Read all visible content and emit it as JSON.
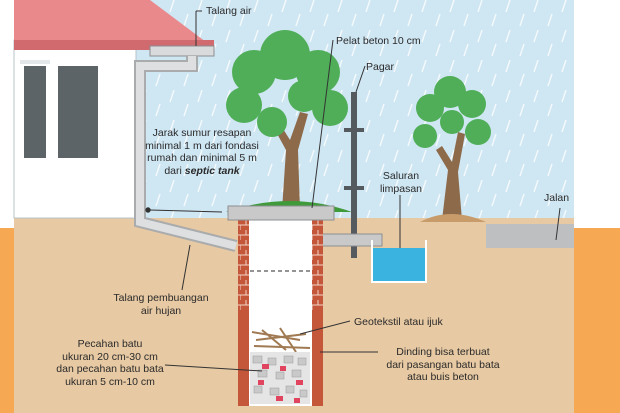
{
  "labels": {
    "talang_air": "Talang air",
    "pelat_beton": "Pelat beton  10 cm",
    "pagar": "Pagar",
    "jarak_1": "Jarak sumur resapan",
    "jarak_2": "minimal 1 m dari fondasi",
    "jarak_3": "rumah dan minimal 5 m",
    "jarak_4a": "dari ",
    "jarak_4b": "septic tank",
    "saluran_1": "Saluran",
    "saluran_2": "limpasan",
    "jalan": "Jalan",
    "talang_pembuangan_1": "Talang pembuangan",
    "talang_pembuangan_2": "air hujan",
    "geotekstil": "Geotekstil atau ijuk",
    "pecahan_1": "Pecahan batu",
    "pecahan_2": "ukuran 20 cm-30 cm",
    "pecahan_3": "dan pecahan batu bata",
    "pecahan_4": "ukuran 5 cm-10 cm",
    "dinding_1": "Dinding bisa terbuat",
    "dinding_2": "dari pasangan batu bata",
    "dinding_3": "atau buis beton"
  },
  "colors": {
    "sky": "#cfe6f3",
    "soil": "#e7c9a3",
    "accent_orange": "#f7a852",
    "roof": "#e9898b",
    "brick": "#c4563a",
    "concrete": "#c9c9c9",
    "water": "#3ab3e0",
    "grass": "#3f9a3a",
    "tree_leaves": "#4fae57",
    "trunk": "#8d6a4a"
  },
  "icons": [
    "house",
    "tree",
    "fence-post",
    "brick-wall",
    "concrete-slab",
    "water-channel",
    "road"
  ]
}
